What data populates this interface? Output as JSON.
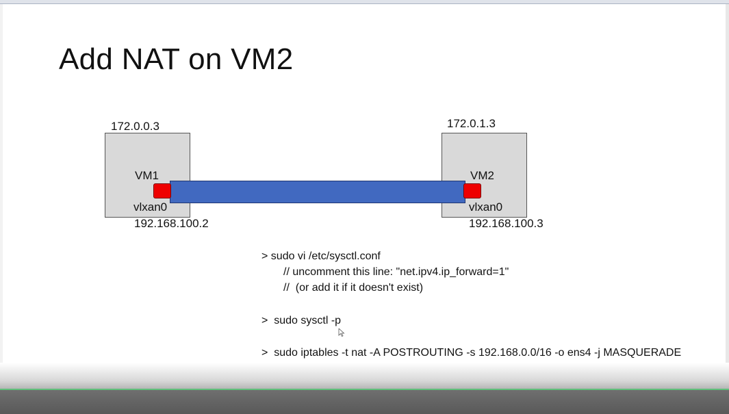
{
  "slide": {
    "title": "Add NAT on VM2"
  },
  "diagram": {
    "vm1": {
      "ip": "172.0.0.3",
      "name": "VM1",
      "iface": "vlxan0",
      "iface_ip": "192.168.100.2"
    },
    "vm2": {
      "ip": "172.0.1.3",
      "name": "VM2",
      "iface": "vlxan0",
      "iface_ip": "192.168.100.3"
    },
    "colors": {
      "box": "#d9d9d9",
      "tunnel": "#4169c0",
      "port": "#ee0000"
    }
  },
  "commands": {
    "line1": "> sudo vi /etc/sysctl.conf",
    "line2": "// uncomment this line: \"net.ipv4.ip_forward=1\"",
    "line3": "//  (or add it if it doesn't exist)",
    "line4": ">  sudo sysctl -p",
    "line5": ">  sudo iptables -t nat -A POSTROUTING -s 192.168.0.0/16 -o ens4 -j MASQUERADE"
  }
}
